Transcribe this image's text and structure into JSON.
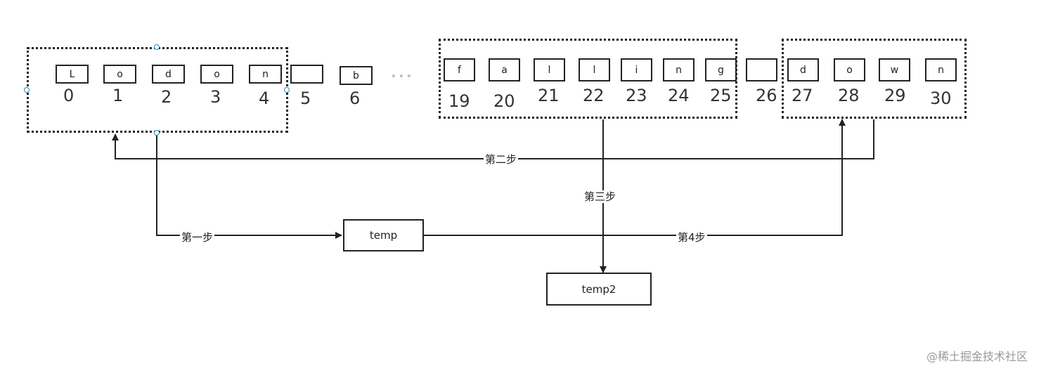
{
  "group_left": {
    "cells": [
      "L",
      "o",
      "d",
      "o",
      "n"
    ],
    "indices": [
      "0",
      "1",
      "2",
      "3",
      "4"
    ]
  },
  "middle": {
    "cells": [
      "",
      "b"
    ],
    "indices": [
      "5",
      "6"
    ],
    "ellipsis": "。。。"
  },
  "group_mid": {
    "cells": [
      "f",
      "a",
      "l",
      "l",
      "i",
      "n",
      "g"
    ],
    "indices": [
      "19",
      "20",
      "21",
      "22",
      "23",
      "24",
      "25"
    ]
  },
  "gap": {
    "cell": "",
    "index": "26"
  },
  "group_right": {
    "cells": [
      "d",
      "o",
      "w",
      "n"
    ],
    "indices": [
      "27",
      "28",
      "29",
      "30"
    ]
  },
  "boxes": {
    "temp": "temp",
    "temp2": "temp2"
  },
  "steps": {
    "step1": "第一步",
    "step2": "第二步",
    "step3": "第三步",
    "step4": "第4步"
  },
  "watermark": "@稀土掘金技术社区"
}
